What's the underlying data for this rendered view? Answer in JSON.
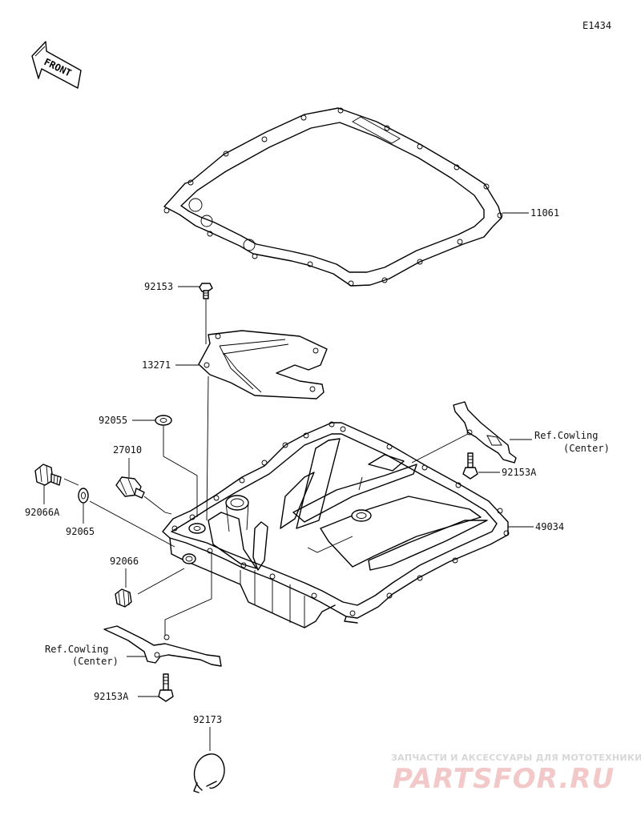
{
  "diagram_code": "E1434",
  "front_label": "FRONT",
  "parts": {
    "gasket": "11061",
    "bolt_top": "92153",
    "plate": "13271",
    "washer_small": "92055",
    "switch": "27010",
    "drain_bolt": "92066A",
    "drain_washer": "92065",
    "plug": "92066",
    "oil_pan": "49034",
    "bolt_right": "92153A",
    "bolt_left": "92153A",
    "clamp": "92173"
  },
  "ref_right": {
    "line1": "Ref.Cowling",
    "line2": "(Center)"
  },
  "ref_left": {
    "line1": "Ref.Cowling",
    "line2": "(Center)"
  },
  "watermark": {
    "top": "ЗАПЧАСТИ И АКСЕССУАРЫ ДЛЯ МОТОТЕХНИКИ",
    "brand": "PARTSFOR.RU"
  },
  "colors": {
    "watermark_brand": "#f2c8c8",
    "watermark_top": "#d7d7d7"
  }
}
